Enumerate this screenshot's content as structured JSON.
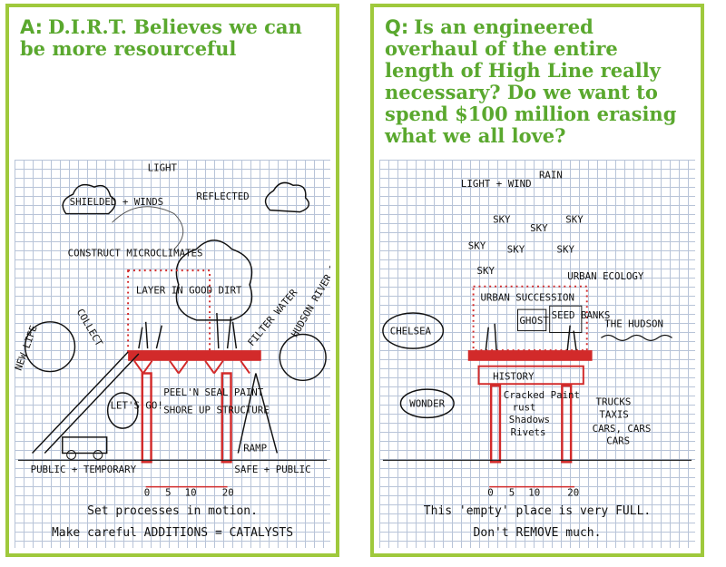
{
  "left": {
    "badge": "A:",
    "heading": "D.I.R.T. Believes we can be more resourceful",
    "labels": {
      "light": "LIGHT",
      "shielded_from_winds": "SHIELDED + WINDS",
      "reflected": "REFLECTED",
      "construct": "CONSTRUCT MICROCLIMATES",
      "collect": "COLLECT",
      "layer": "LAYER IN GOOD DIRT",
      "new_life": "NEW LIFE",
      "filter_water": "FILTER WATER",
      "hudson_river_park": "HUDSON RIVER PARK",
      "lets_go": "LET'S GO!",
      "peel_seal": "PEEL'N SEAL PAINT",
      "shore_up": "SHORE UP STRUCTURE",
      "ramp": "RAMP",
      "public_temporary": "PUBLIC + TEMPORARY",
      "safe_public": "SAFE + PUBLIC",
      "scale": [
        "0",
        "5",
        "10",
        "20"
      ]
    },
    "caption_line1": "Set processes in motion.",
    "caption_line2": "Make careful ADDITIONS = CATALYSTS"
  },
  "right": {
    "badge": "Q:",
    "heading": "Is an engineered overhaul of the entire length of High Line really necessary? Do we want to spend $100 million erasing what we all love?",
    "labels": {
      "light_wind": "LIGHT + WIND",
      "rain": "RAIN",
      "sky": "SKY",
      "urban_ecology": "URBAN ECOLOGY",
      "urban_succession": "URBAN SUCCESSION",
      "chelsea": "CHELSEA",
      "ghost": "GHOST",
      "seed_banks": "SEED BANKS",
      "the_hudson": "THE HUDSON",
      "history": "HISTORY",
      "wonder": "WONDER",
      "cracked_paint": "Cracked Paint",
      "rust": "rust",
      "shadows": "Shadows",
      "rivets": "Rivets",
      "trucks": "TRUCKS",
      "taxis": "TAXIS",
      "cars": "CARS, CARS",
      "cars2": "CARS",
      "scale": [
        "0",
        "5",
        "10",
        "20"
      ]
    },
    "caption_line1": "This 'empty' place is very FULL.",
    "caption_line2": "Don't REMOVE much."
  },
  "colors": {
    "border": "#9fc93c",
    "heading": "#5aa82e",
    "red": "#d22a2a"
  }
}
